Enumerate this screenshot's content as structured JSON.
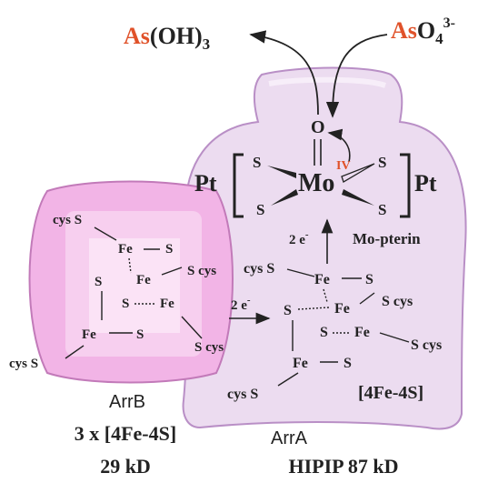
{
  "colors": {
    "accent": "#e0522a",
    "arrA_fill": "#ecdcf0",
    "arrA_stroke": "#b98fc6",
    "arrB_fill": "#f2b4e6",
    "arrB_stroke": "#c27ab9",
    "ink": "#222222"
  },
  "substrates": {
    "product_as": "As",
    "product_rest": "(OH)",
    "product_sub": "3",
    "reactant_as": "As",
    "reactant_rest": "O",
    "reactant_sub": "4",
    "reactant_sup": "3-"
  },
  "mo_center": {
    "pt_left": "Pt",
    "pt_right": "Pt",
    "metal": "Mo",
    "oxidation": "IV",
    "oxo": "O",
    "s": "S",
    "label": "Mo-pterin"
  },
  "electron": "2 e",
  "electron_sup": "-",
  "cluster": {
    "fe": "Fe",
    "s": "S",
    "cys_s": "cys S",
    "s_cys": "S cys"
  },
  "arrA": {
    "cluster_label": "[4Fe-4S]",
    "name": "ArrA",
    "size": "HIPIP 87 kD"
  },
  "arrB": {
    "name": "ArrB",
    "clusters": "3 x [4Fe-4S]",
    "size": "29 kD"
  }
}
